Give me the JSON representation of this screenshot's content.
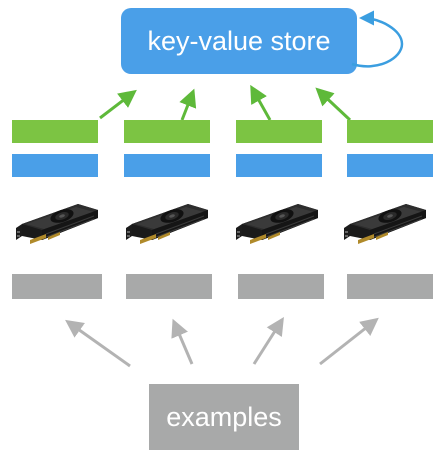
{
  "diagram": {
    "store_label": "key-value store",
    "examples_label": "examples",
    "worker_count": 4
  },
  "colors": {
    "store_box": "#4a9fe8",
    "green_bar": "#7cc443",
    "blue_bar": "#4a9fe8",
    "gray_bar": "#a8a9a9",
    "examples_box": "#a8a9a9",
    "up_arrow": "#3b9ee0",
    "green_arrow": "#5eb93a",
    "gray_arrow": "#b3b3b3"
  }
}
